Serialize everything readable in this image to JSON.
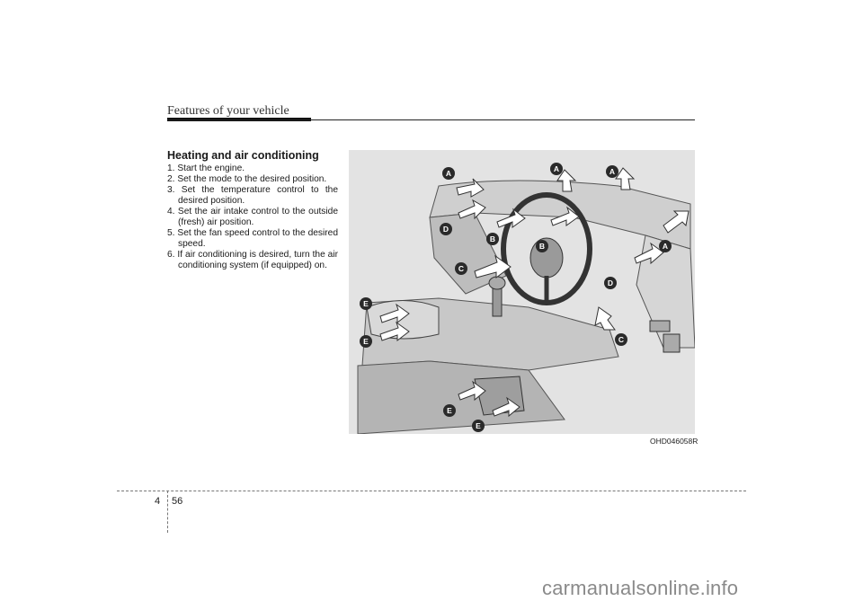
{
  "header": {
    "title": "Features of your vehicle"
  },
  "section": {
    "heading": "Heating and air conditioning",
    "steps": [
      "1. Start the engine.",
      "2. Set the mode to the desired position.",
      "3. Set the temperature control to the desired position.",
      "4. Set the air intake control to the outside (fresh) air position.",
      "5. Set the fan speed control to the desired speed.",
      "6. If air conditioning is desired, turn the air conditioning system (if equipped) on."
    ]
  },
  "figure": {
    "code": "OHD046058R",
    "labels": [
      "A",
      "A",
      "A",
      "D",
      "B",
      "B",
      "A",
      "C",
      "D",
      "E",
      "E",
      "C",
      "E",
      "E"
    ]
  },
  "footer": {
    "chapter": "4",
    "page": "56"
  },
  "watermark": "carmanualsonline.info",
  "colors": {
    "figure_bg": "#e3e3e3",
    "badge": "#2a2a2a"
  }
}
